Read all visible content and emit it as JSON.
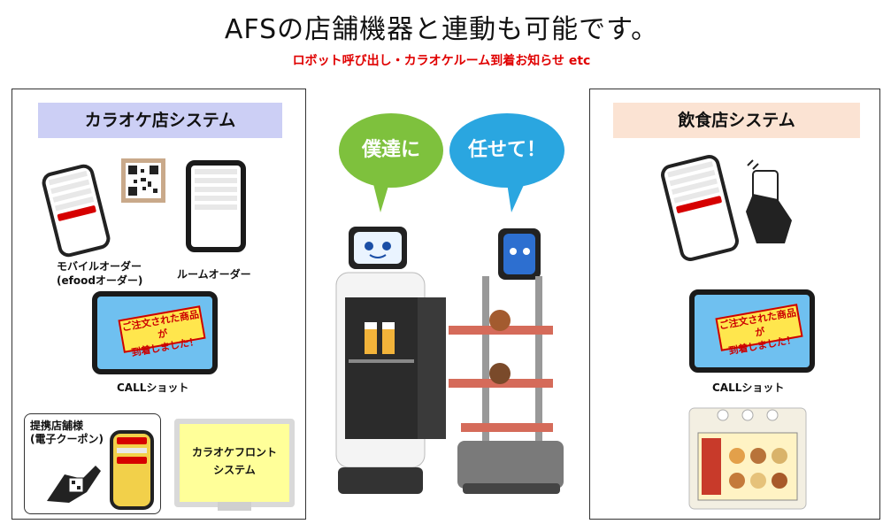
{
  "header": {
    "title": "AFSの店舗機器と連動も可能です。",
    "subtitle": "ロボット呼び出し・カラオケルーム到着お知らせ etc"
  },
  "left_panel": {
    "title": "カラオケ店システム",
    "mobile_order_label": "モバイルオーダー\n(efoodオーダー)",
    "room_order_label": "ルームオーダー",
    "call_popup_text": "ご注文された商品が\n到着しました！",
    "call_label": "CALLショット",
    "partner_label": "提携店舗様\n(電子クーポン)",
    "front_system_label": "カラオケフロント\nシステム"
  },
  "center": {
    "bubble_left": "僕達に",
    "bubble_right": "任せて！"
  },
  "right_panel": {
    "title": "飲食店システム",
    "call_popup_text": "ご注文された商品が\n到着しました！",
    "call_label": "CALLショット"
  },
  "colors": {
    "subtitle_red": "#e00000",
    "left_header_bg": "#cccff5",
    "right_header_bg": "#fbe3d3",
    "bubble_green": "#7ec13d",
    "bubble_blue": "#2aa6e0"
  }
}
